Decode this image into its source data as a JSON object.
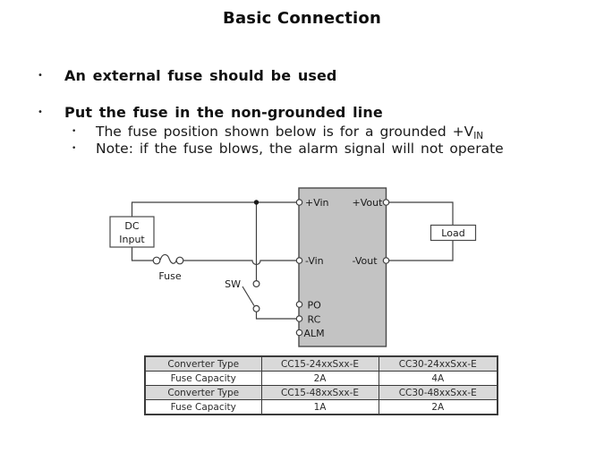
{
  "title": "Basic Connection",
  "bullets": {
    "marker": "•",
    "b1": "An external fuse should be used",
    "b2": "Put the fuse in the non-grounded line",
    "sub1_text": "The fuse position shown below is for a grounded +V",
    "sub1_subscript": "IN",
    "sub2_text": "Note: if the fuse blows, the alarm signal will not operate"
  },
  "diagram": {
    "dc_input_line1": "DC",
    "dc_input_line2": "Input",
    "fuse_label": "Fuse",
    "sw_label": "SW",
    "load_label": "Load",
    "pins": {
      "vin_plus": "+Vin",
      "vout_plus": "+Vout",
      "vin_minus": "-Vin",
      "vout_minus": "-Vout",
      "po": "PO",
      "rc": "RC",
      "alm": "ALM"
    },
    "colors": {
      "block_fill": "#c3c3c3",
      "line_color": "#3f3f3f",
      "box_stroke": "#4a4a4a"
    }
  },
  "table": {
    "header_bg": "#d9d9d9",
    "rows": [
      {
        "cells": [
          "Converter Type",
          "CC15-24xxSxx-E",
          "CC30-24xxSxx-E"
        ]
      },
      {
        "cells": [
          "Fuse Capacity",
          "2A",
          "4A"
        ]
      },
      {
        "cells": [
          "Converter Type",
          "CC15-48xxSxx-E",
          "CC30-48xxSxx-E"
        ]
      },
      {
        "cells": [
          "Fuse Capacity",
          "1A",
          "2A"
        ]
      }
    ]
  }
}
